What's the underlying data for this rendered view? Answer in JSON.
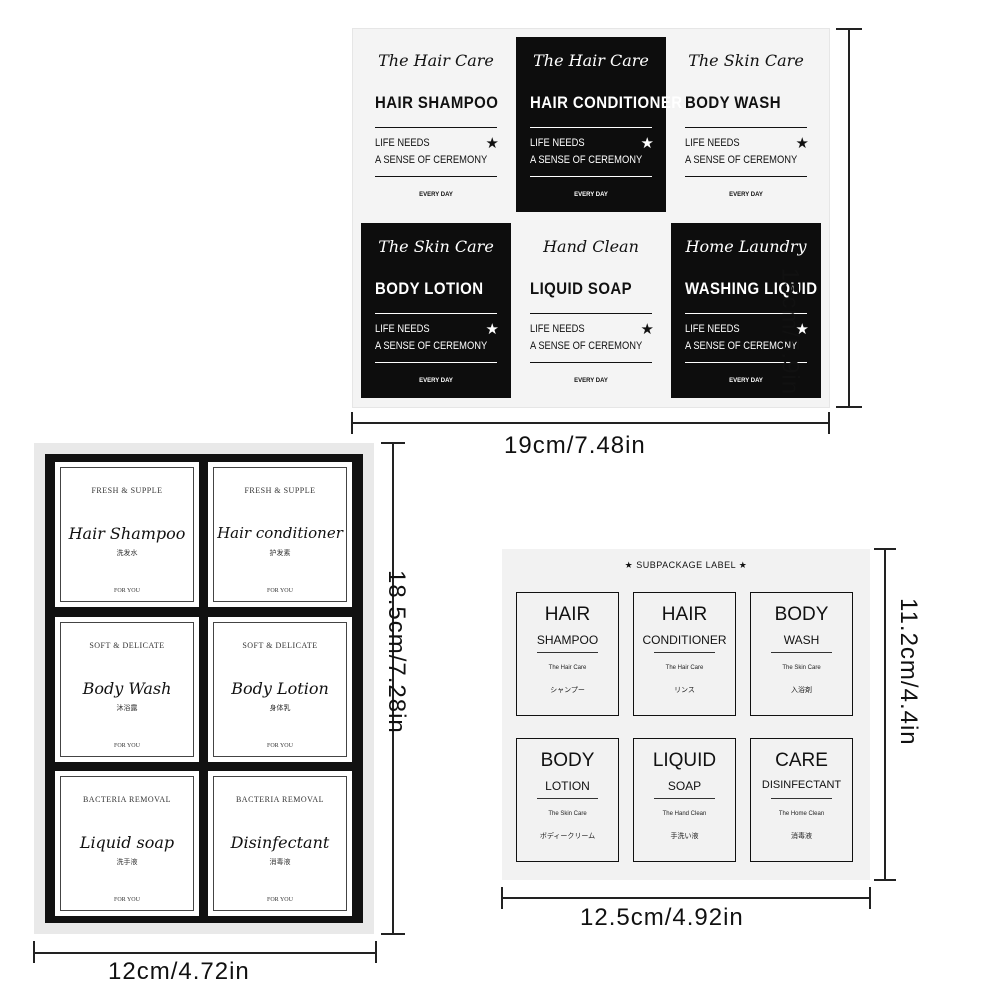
{
  "sheet1": {
    "labels": [
      {
        "subtitle": "The Hair Care",
        "title": "HAIR SHAMPOO",
        "line1": "LIFE NEEDS",
        "line2": "A SENSE OF CEREMONY",
        "footer": "EVERY DAY",
        "style": "white"
      },
      {
        "subtitle": "The Hair Care",
        "title": "HAIR CONDITIONER",
        "line1": "LIFE NEEDS",
        "line2": "A SENSE OF CEREMONY",
        "footer": "EVERY DAY",
        "style": "black"
      },
      {
        "subtitle": "The Skin Care",
        "title": "BODY WASH",
        "line1": "LIFE NEEDS",
        "line2": "A SENSE OF CEREMONY",
        "footer": "EVERY DAY",
        "style": "white"
      },
      {
        "subtitle": "The Skin Care",
        "title": "BODY LOTION",
        "line1": "LIFE NEEDS",
        "line2": "A SENSE OF CEREMONY",
        "footer": "EVERY DAY",
        "style": "black"
      },
      {
        "subtitle": "Hand Clean",
        "title": "LIQUID SOAP",
        "line1": "LIFE NEEDS",
        "line2": "A SENSE OF CEREMONY",
        "footer": "EVERY DAY",
        "style": "white"
      },
      {
        "subtitle": "Home Laundry",
        "title": "WASHING LIQUID",
        "line1": "LIFE NEEDS",
        "line2": "A SENSE OF CEREMONY",
        "footer": "EVERY DAY",
        "style": "black"
      }
    ],
    "star": "★",
    "width_label": "19cm/7.48in",
    "height_label": "15cm/5.9in"
  },
  "sheet2": {
    "labels": [
      {
        "arc": "FRESH & SUPPLE",
        "name": "Hair Shampoo",
        "cn": "洗发水",
        "footer": "FOR YOU"
      },
      {
        "arc": "FRESH & SUPPLE",
        "name": "Hair conditioner",
        "cn": "护发素",
        "footer": "FOR YOU"
      },
      {
        "arc": "SOFT & DELICATE",
        "name": "Body Wash",
        "cn": "沐浴露",
        "footer": "FOR YOU"
      },
      {
        "arc": "SOFT & DELICATE",
        "name": "Body Lotion",
        "cn": "身体乳",
        "footer": "FOR YOU"
      },
      {
        "arc": "BACTERIA REMOVAL",
        "name": "Liquid soap",
        "cn": "洗手液",
        "footer": "FOR YOU"
      },
      {
        "arc": "BACTERIA REMOVAL",
        "name": "Disinfectant",
        "cn": "消毒液",
        "footer": "FOR YOU"
      }
    ],
    "width_label": "12cm/4.72in",
    "height_label": "18.5cm/7.28in"
  },
  "sheet3": {
    "header": "★ SUBPACKAGE LABEL ★",
    "labels": [
      {
        "t1": "HAIR",
        "t2": "SHAMPOO",
        "t3": "The Hair Care",
        "t4": "シャンプー"
      },
      {
        "t1": "HAIR",
        "t2": "CONDITIONER",
        "t3": "The Hair Care",
        "t4": "リンス"
      },
      {
        "t1": "BODY",
        "t2": "WASH",
        "t3": "The Skin Care",
        "t4": "入浴剤"
      },
      {
        "t1": "BODY",
        "t2": "LOTION",
        "t3": "The Skin Care",
        "t4": "ボディークリーム"
      },
      {
        "t1": "LIQUID",
        "t2": "SOAP",
        "t3": "The Hand Clean",
        "t4": "手洗い液"
      },
      {
        "t1": "CARE",
        "t2": "DISINFECTANT",
        "t3": "The Home Clean",
        "t4": "消毒液"
      }
    ],
    "width_label": "12.5cm/4.92in",
    "height_label": "11.2cm/4.4in"
  }
}
